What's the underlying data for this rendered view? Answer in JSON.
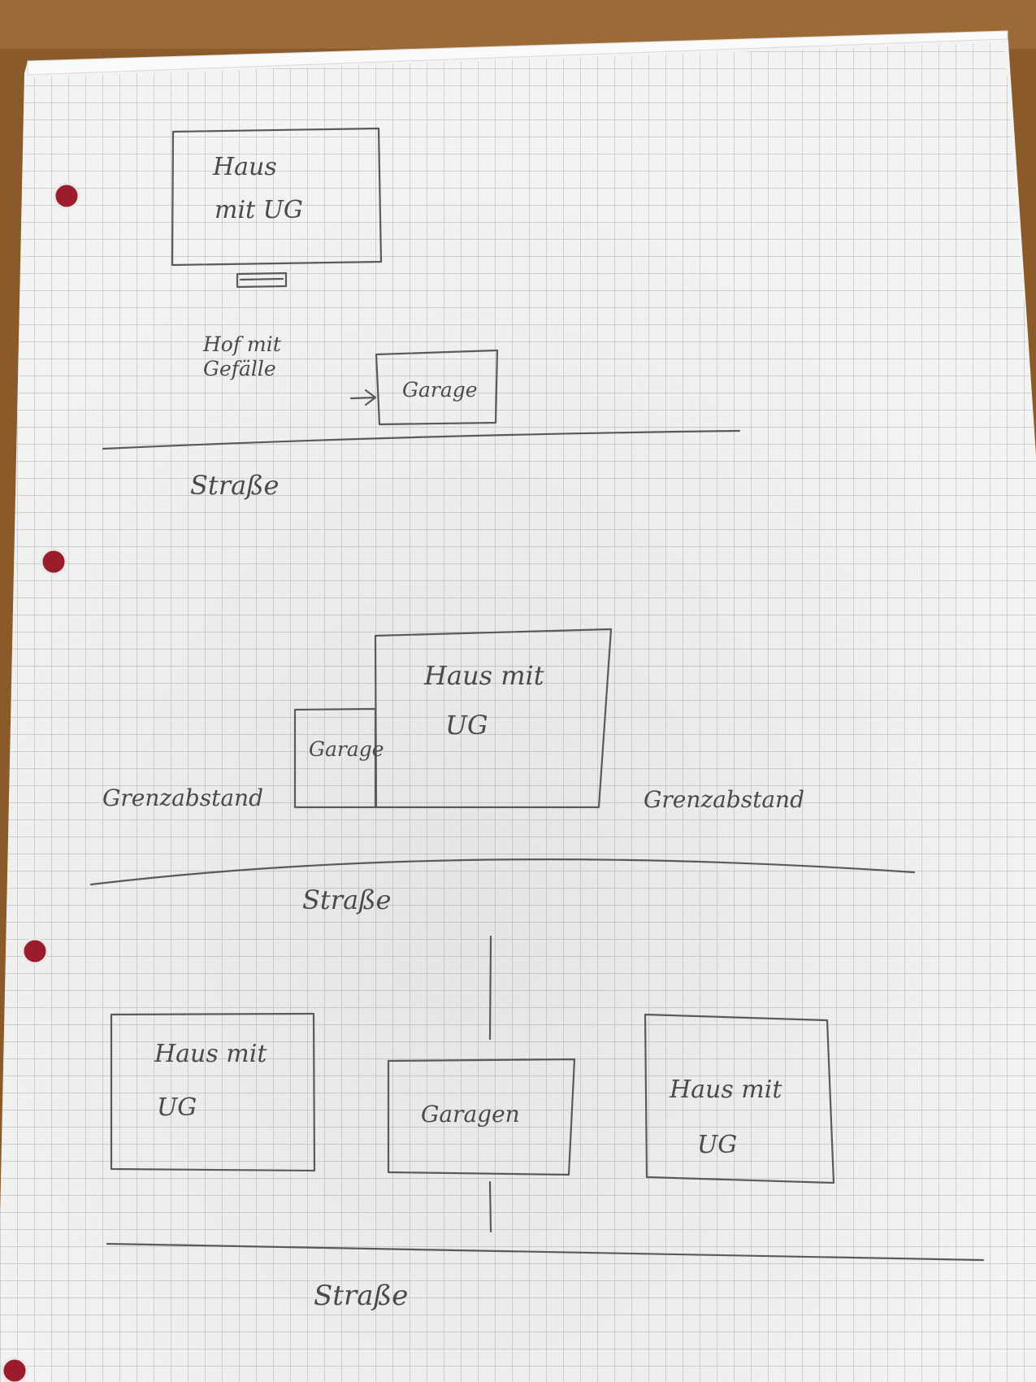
{
  "sketch_1": {
    "house_line1": "Haus",
    "house_line2": "mit UG",
    "yard_line1": "Hof mit",
    "yard_line2": "Gefälle",
    "garage": "Garage",
    "street": "Straße"
  },
  "sketch_2": {
    "house_line1": "Haus mit",
    "house_line2": "UG",
    "garage": "Garage",
    "setback_left": "Grenzabstand",
    "setback_right": "Grenzabstand",
    "street": "Straße"
  },
  "sketch_3": {
    "house_left_line1": "Haus mit",
    "house_left_line2": "UG",
    "garages": "Garagen",
    "house_right_line1": "Haus mit",
    "house_right_line2": "UG",
    "street": "Straße"
  },
  "colors": {
    "table": "#8a5a2b",
    "paper": "#f3f3f1",
    "grid": "#b9bcc2",
    "pencil": "#5a5a5a",
    "punch_hole": "#9b1c2a"
  }
}
